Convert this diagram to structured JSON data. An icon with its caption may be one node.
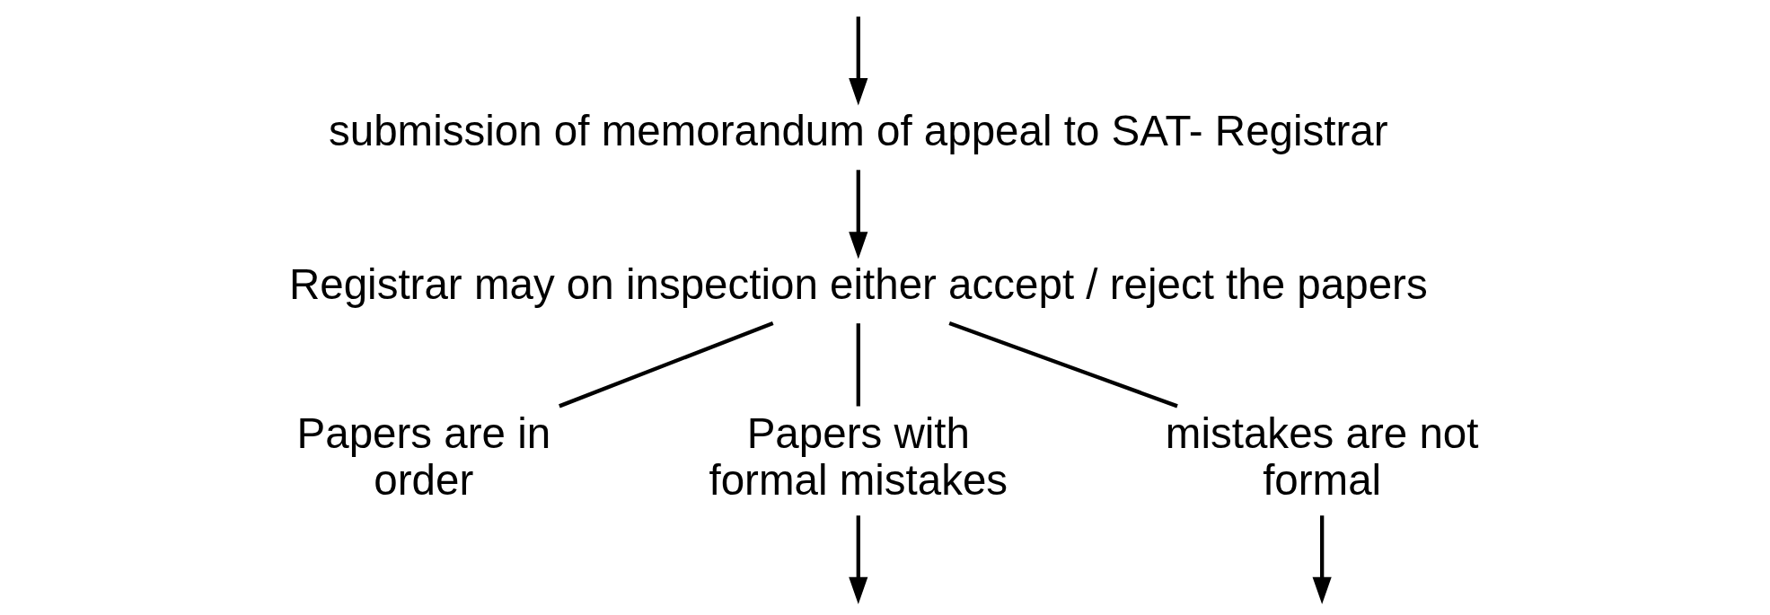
{
  "diagram": {
    "nodes": [
      {
        "text": [
          "submission of memorandum of appeal to SAT- Registrar"
        ]
      },
      {
        "text": [
          "Registrar may on inspection either accept / reject the papers"
        ]
      },
      {
        "text": [
          "Papers are in order"
        ]
      },
      {
        "text": [
          "Papers with formal mistakes"
        ]
      },
      {
        "text": [
          "mistakes are not formal"
        ]
      }
    ],
    "edges": [
      {
        "from": null,
        "to": 0,
        "arrow": "to"
      },
      {
        "from": 0,
        "to": 1,
        "arrow": "to"
      },
      {
        "from": 1,
        "to": 2,
        "arrow": "none"
      },
      {
        "from": 1,
        "to": 3,
        "arrow": "none"
      },
      {
        "from": 1,
        "to": 4,
        "arrow": "none"
      },
      {
        "from": 3,
        "to": null,
        "arrow": "to"
      },
      {
        "from": 4,
        "to": null,
        "arrow": "to"
      }
    ]
  }
}
